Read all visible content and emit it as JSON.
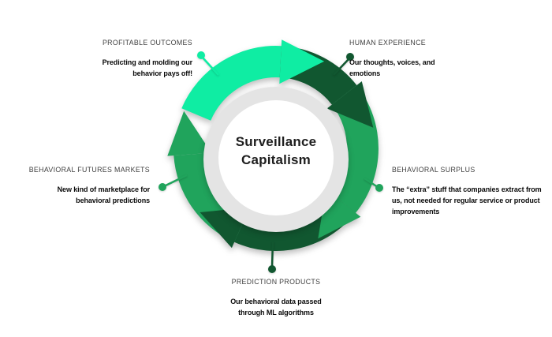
{
  "center": {
    "title_line1": "Surveillance",
    "title_line2": "Capitalism"
  },
  "palette": {
    "bright_green": "#0FEDA3",
    "dark_green": "#115730",
    "mid_green": "#20A45C",
    "ring_gray": "#E4E4E4",
    "white": "#FFFFFF"
  },
  "nodes": [
    {
      "label": "PROFITABLE OUTCOMES",
      "lines": [
        "Predicting and molding our",
        "behavior pays off!"
      ]
    },
    {
      "label": "HUMAN EXPERIENCE",
      "lines": [
        "Our thoughts, voices, and",
        "emotions"
      ]
    },
    {
      "label": "BEHAVIORAL SURPLUS",
      "lines": [
        "The “extra” stuff that companies extract from",
        "us, not needed for regular service or product",
        "improvements"
      ]
    },
    {
      "label": "PREDICTION PRODUCTS",
      "lines": [
        "Our behavioral data passed",
        "through ML algorithms"
      ]
    },
    {
      "label": "BEHAVIORAL FUTURES MARKETS",
      "lines": [
        "New kind of marketplace for",
        "behavioral predictions"
      ]
    }
  ]
}
